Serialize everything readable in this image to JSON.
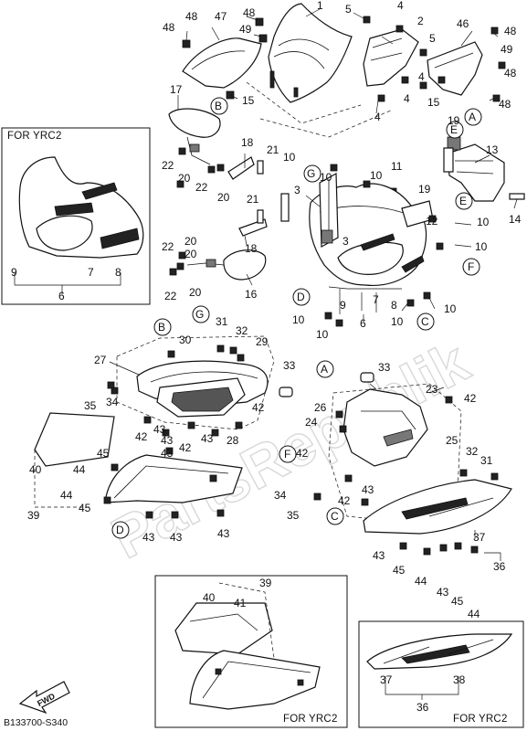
{
  "insets": {
    "top_left_caption": "FOR YRC2",
    "bottom_center_caption": "FOR YRC2",
    "bottom_right_caption": "FOR YRC2"
  },
  "footer": {
    "code": "B133700-S340"
  },
  "direction_arrow": {
    "label": "FWD"
  },
  "watermark": {
    "text": "PartsRepublik"
  },
  "callout_letters": [
    "A",
    "B",
    "C",
    "D",
    "E",
    "F",
    "G"
  ],
  "part_numbers": [
    "1",
    "2",
    "3",
    "4",
    "5",
    "6",
    "7",
    "8",
    "9",
    "10",
    "11",
    "12",
    "13",
    "14",
    "15",
    "16",
    "17",
    "18",
    "19",
    "20",
    "21",
    "22",
    "23",
    "24",
    "25",
    "26",
    "27",
    "28",
    "29",
    "30",
    "31",
    "32",
    "33",
    "34",
    "35",
    "36",
    "37",
    "38",
    "39",
    "40",
    "41",
    "42",
    "43",
    "44",
    "45",
    "46",
    "47",
    "48",
    "49"
  ]
}
